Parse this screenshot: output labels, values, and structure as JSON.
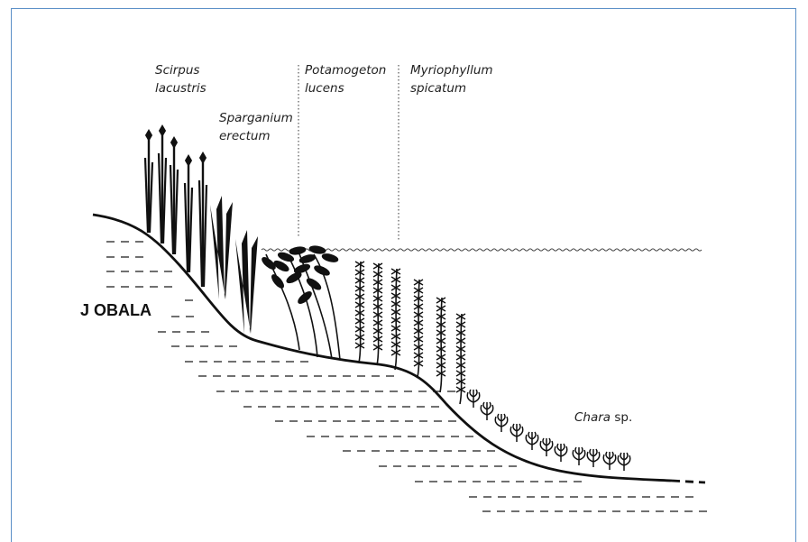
{
  "frame_color": "#5b8fc7",
  "ink_color": "#111111",
  "labels": {
    "scirpus": [
      "Scirpus",
      "lacustris"
    ],
    "sparganium": [
      "Sparganium",
      "erectum"
    ],
    "potamogeton": [
      "Potamogeton",
      "lucens"
    ],
    "myriophyllum": [
      "Myriophyllum",
      "spicatum"
    ],
    "chara_genus": "Chara",
    "chara_suffix": " sp.",
    "shore": "J OBALA"
  }
}
